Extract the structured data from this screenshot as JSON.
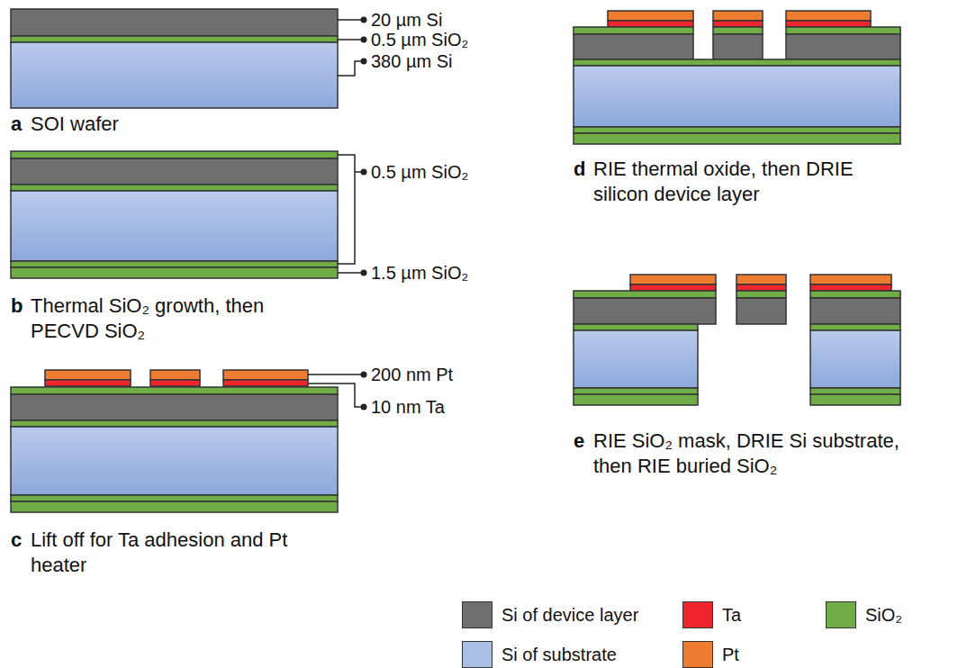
{
  "diagram": {
    "labels": [
      "20 µm Si",
      "0.5 µm SiO₂",
      "380 µm Si",
      "a",
      "SOI wafer",
      "0.5 µm SiO₂",
      "1.5 µm SiO₂",
      "b",
      "Thermal SiO₂ growth, then PECVD SiO₂",
      "200 nm Pt",
      "10 nm Ta",
      "c",
      "Lift off for Ta adhesion and Pt heater",
      "d",
      "RIE thermal oxide, then DRIE silicon device layer",
      "e",
      "RIE SiO₂ mask, DRIE Si substrate, then RIE buried SiO₂"
    ],
    "legend": [
      {
        "text": "Si of device layer",
        "color": "#6f6f6f"
      },
      {
        "text": "Si of substrate",
        "color": "#a9bfe6"
      },
      {
        "text": "Ta",
        "color": "#f0262f"
      },
      {
        "text": "Pt",
        "color": "#ee7d31"
      },
      {
        "text": "SiO₂",
        "color": "#70ad47"
      }
    ]
  }
}
